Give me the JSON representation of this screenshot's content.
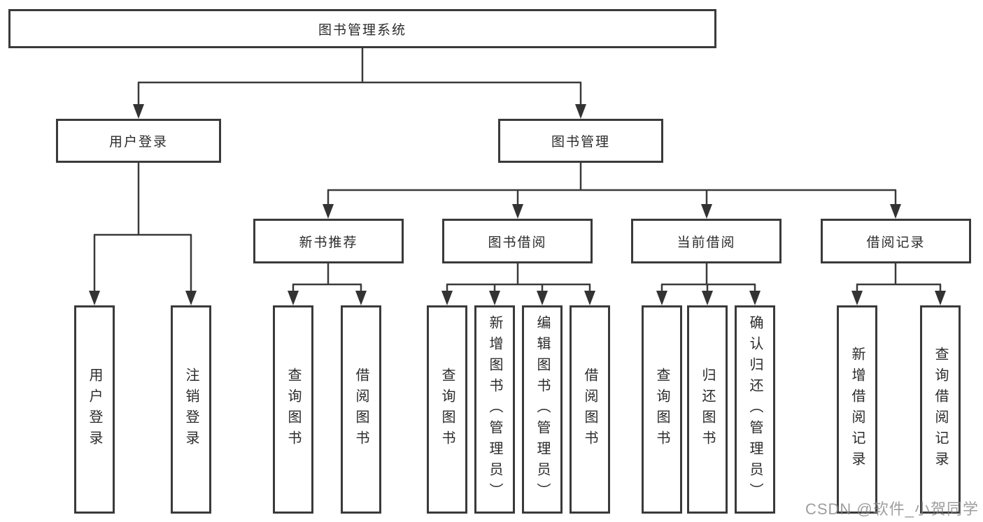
{
  "tree": {
    "root": "图书管理系统",
    "branches": [
      {
        "label": "用户登录",
        "children": [
          {
            "label": "用户登录"
          },
          {
            "label": "注销登录"
          }
        ]
      },
      {
        "label": "图书管理",
        "children": [
          {
            "label": "新书推荐",
            "children": [
              {
                "label": "查询图书"
              },
              {
                "label": "借阅图书"
              }
            ]
          },
          {
            "label": "图书借阅",
            "children": [
              {
                "label": "查询图书"
              },
              {
                "label": "新增图书（管理员）"
              },
              {
                "label": "编辑图书（管理员）"
              },
              {
                "label": "借阅图书"
              }
            ]
          },
          {
            "label": "当前借阅",
            "children": [
              {
                "label": "查询图书"
              },
              {
                "label": "归还图书"
              },
              {
                "label": "确认归还（管理员）"
              }
            ]
          },
          {
            "label": "借阅记录",
            "children": [
              {
                "label": "新增借阅记录"
              },
              {
                "label": "查询借阅记录"
              }
            ]
          }
        ]
      }
    ]
  },
  "watermark": "CSDN @软件_小贺同学",
  "colors": {
    "line": "#3a3a3a",
    "border": "#3a3a3a",
    "text": "#2b2b2b",
    "watermark": "#868686"
  }
}
